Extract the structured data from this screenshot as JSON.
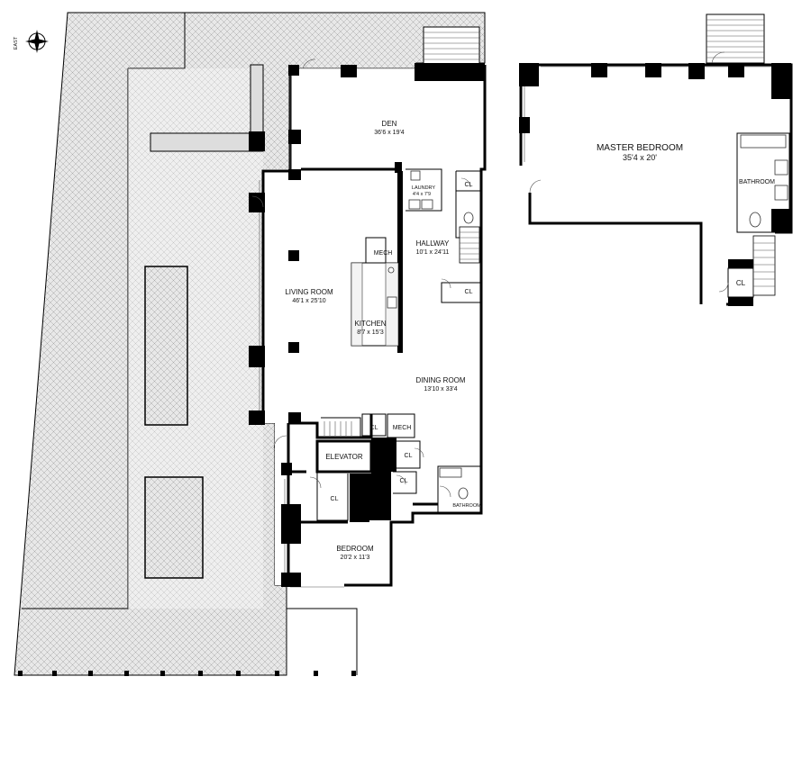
{
  "compass": {
    "label": "EAST"
  },
  "rooms": {
    "den": {
      "name": "DEN",
      "dim": "36'6 x 19'4"
    },
    "laundry": {
      "name": "LAUNDRY",
      "dim": "4'4 x 7'9"
    },
    "hallway": {
      "name": "HALLWAY",
      "dim": "10'1 x 24'11"
    },
    "mech1": {
      "name": "MECH"
    },
    "living": {
      "name": "LIVING ROOM",
      "dim": "46'1 x 25'10"
    },
    "kitchen": {
      "name": "KITCHEN",
      "dim": "8'7 x 15'3"
    },
    "dining": {
      "name": "DINING ROOM",
      "dim": "13'10 x 33'4"
    },
    "cl_hall_top": {
      "name": "CL"
    },
    "cl_hall_bottom": {
      "name": "CL"
    },
    "cl_stair": {
      "name": "CL"
    },
    "mech2": {
      "name": "MECH"
    },
    "elevator": {
      "name": "ELEVATOR"
    },
    "cl_elev_right": {
      "name": "CL"
    },
    "cl_bed": {
      "name": "CL"
    },
    "cl_bath": {
      "name": "CL"
    },
    "bathroom_small": {
      "name": "BATHROOM"
    },
    "bedroom": {
      "name": "BEDROOM",
      "dim": "20'2 x 11'3"
    },
    "master": {
      "name": "MASTER BEDROOM",
      "dim": "35'4 x 20'"
    },
    "master_bath": {
      "name": "BATHROOM"
    },
    "master_cl": {
      "name": "CL"
    }
  },
  "colors": {
    "wall": "#000000",
    "terrace_hatch": "#9a9a9a",
    "background": "#ffffff"
  },
  "icons": [
    "compass-rose-icon",
    "stair-icon",
    "toilet-icon",
    "sink-icon",
    "bathtub-icon",
    "door-swing-icon"
  ]
}
